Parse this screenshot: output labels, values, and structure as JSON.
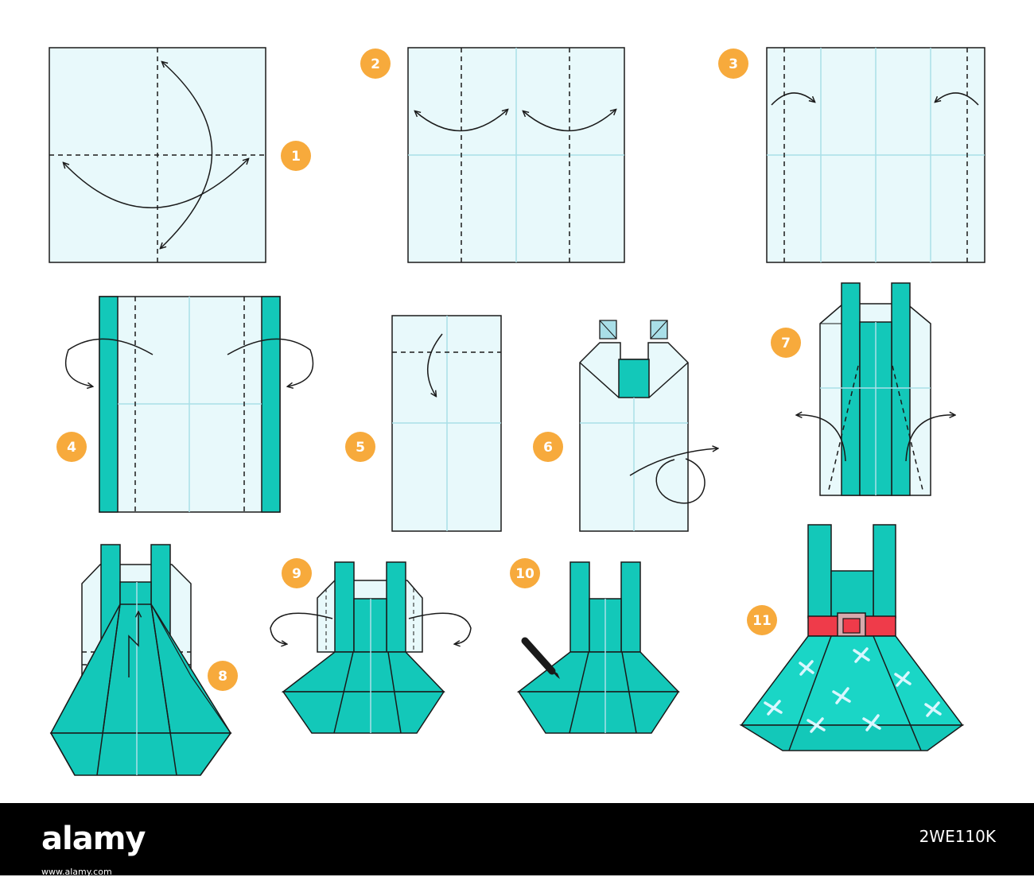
{
  "steps": [
    {
      "number": "1"
    },
    {
      "number": "2"
    },
    {
      "number": "3"
    },
    {
      "number": "4"
    },
    {
      "number": "5"
    },
    {
      "number": "6"
    },
    {
      "number": "7"
    },
    {
      "number": "8"
    },
    {
      "number": "9"
    },
    {
      "number": "10"
    },
    {
      "number": "11"
    }
  ],
  "footer": {
    "logo": "alamy",
    "image_id": "2WE110K",
    "url": "www.alamy.com"
  },
  "colors": {
    "paper": "#e8f9fb",
    "teal": "#13c8b9",
    "fold_line": "#a9dfe8",
    "badge": "#f7aa3c",
    "belt": "#ef3b4a",
    "buckle": "#d6a9ad",
    "outline": "#1a1a1a"
  }
}
